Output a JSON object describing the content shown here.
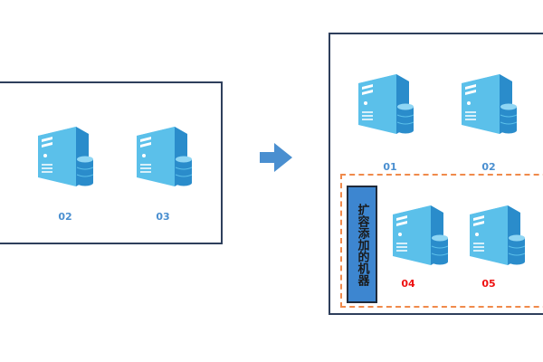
{
  "before": {
    "servers": [
      {
        "label": "02"
      },
      {
        "label": "03"
      }
    ]
  },
  "after": {
    "servers": [
      {
        "label": "01"
      },
      {
        "label": "02"
      }
    ],
    "expansion": {
      "tag_text": "扩容添加的机器",
      "servers": [
        {
          "label": "04"
        },
        {
          "label": "05"
        }
      ]
    }
  },
  "icons": {
    "arrow": "arrow-right-icon",
    "server": "server-icon",
    "database": "database-icon"
  },
  "colors": {
    "server_light": "#5bc0ea",
    "server_dark": "#2a8ccb",
    "frame_border": "#2e3f5c",
    "dashed_border": "#f08a4b",
    "label_blue": "#4a8fd0",
    "label_red": "#ee1111",
    "tag_bg": "#3d86d0",
    "arrow": "#4a8fd0"
  }
}
